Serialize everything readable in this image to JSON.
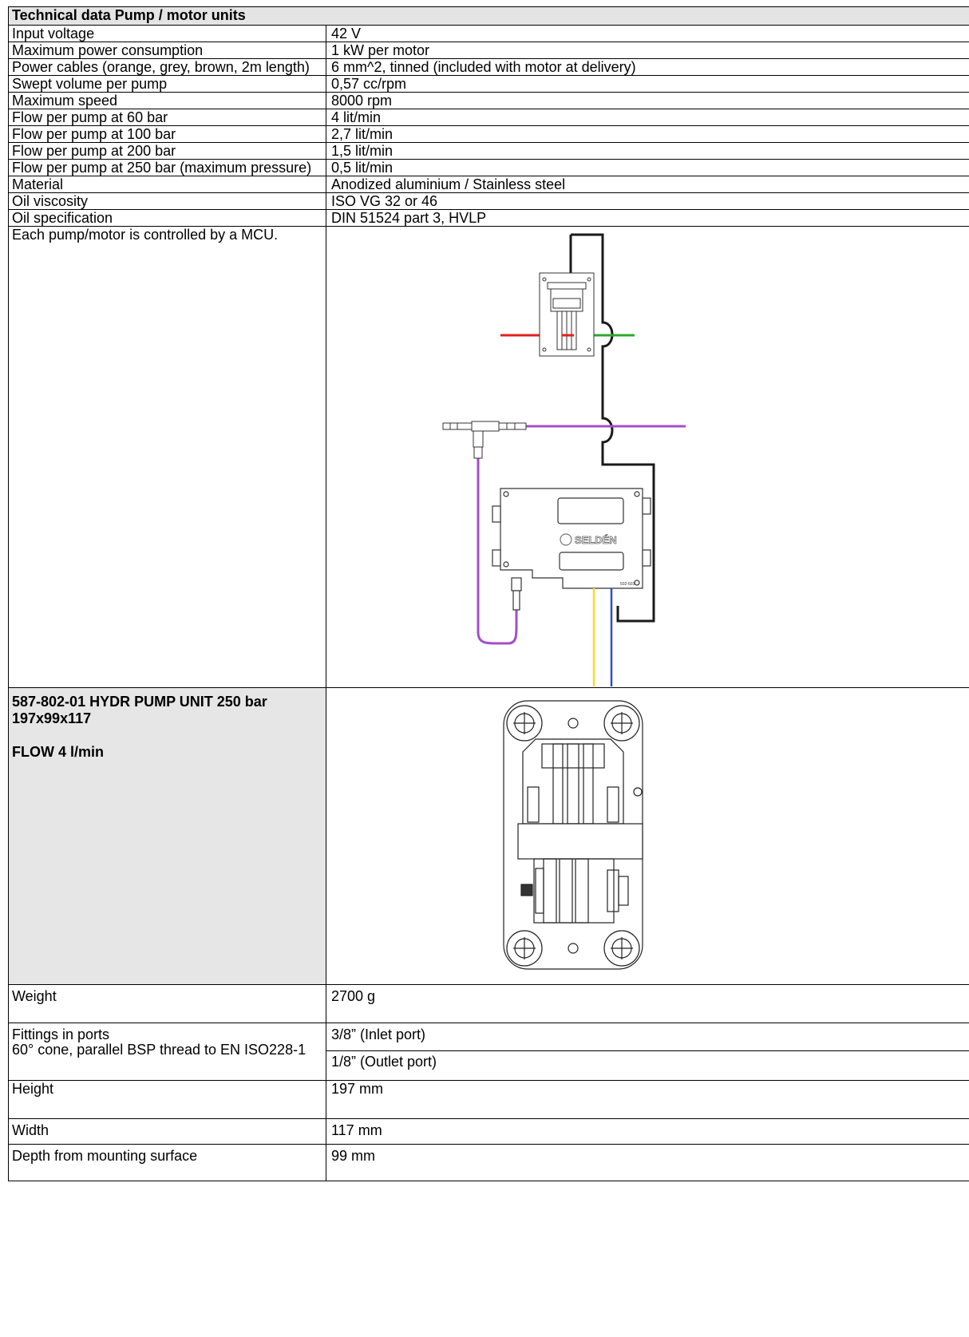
{
  "header": {
    "title": "Technical data Pump / motor units"
  },
  "rows": [
    {
      "label": "Input voltage",
      "value": "42 V"
    },
    {
      "label": "Maximum power consumption",
      "value": "1 kW per motor"
    },
    {
      "label": "Power cables (orange, grey, brown, 2m length)",
      "value": "6 mm^2, tinned (included with motor at delivery)"
    },
    {
      "label": "Swept volume per pump",
      "value": "0,57 cc/rpm"
    },
    {
      "label": "Maximum speed",
      "value": "8000 rpm"
    },
    {
      "label": "Flow per pump at 60 bar",
      "value": "4 lit/min"
    },
    {
      "label": "Flow per pump at 100 bar",
      "value": "2,7 lit/min"
    },
    {
      "label": "Flow per pump at 200 bar",
      "value": "1,5 lit/min"
    },
    {
      "label": "Flow per pump at 250 bar (maximum pressure)",
      "value": "0,5 lit/min"
    },
    {
      "label": "Material",
      "value": "Anodized aluminium / Stainless steel"
    },
    {
      "label": "Oil viscosity",
      "value": "ISO VG 32 or 46"
    },
    {
      "label": "Oil specification",
      "value": "DIN 51524 part 3, HVLP"
    }
  ],
  "mcu": {
    "label": "Each pump/motor is controlled by a MCU.",
    "logo_text": "SELDÉN",
    "part_mark": "502-601",
    "wire_colors": {
      "red": "#e0201c",
      "green": "#2fa82f",
      "purple": "#a34fc8",
      "black": "#1a1a1a",
      "yellow": "#f2e02a",
      "blue": "#2f4fc8"
    }
  },
  "pump": {
    "title": "587-802-01 HYDR PUMP UNIT 250 bar 197x99x117",
    "flow": "FLOW 4 l/min"
  },
  "specs": {
    "weight_label": "Weight",
    "weight_value": "2700 g",
    "fittings_label": "Fittings in ports\n60° cone, parallel BSP thread to EN ISO228-1",
    "inlet_value": "3/8” (Inlet port)",
    "outlet_value": "1/8” (Outlet port)",
    "height_label": "Height",
    "height_value": "197 mm",
    "width_label": "Width",
    "width_value": "117 mm",
    "depth_label": "Depth from mounting surface",
    "depth_value": "99 mm"
  }
}
